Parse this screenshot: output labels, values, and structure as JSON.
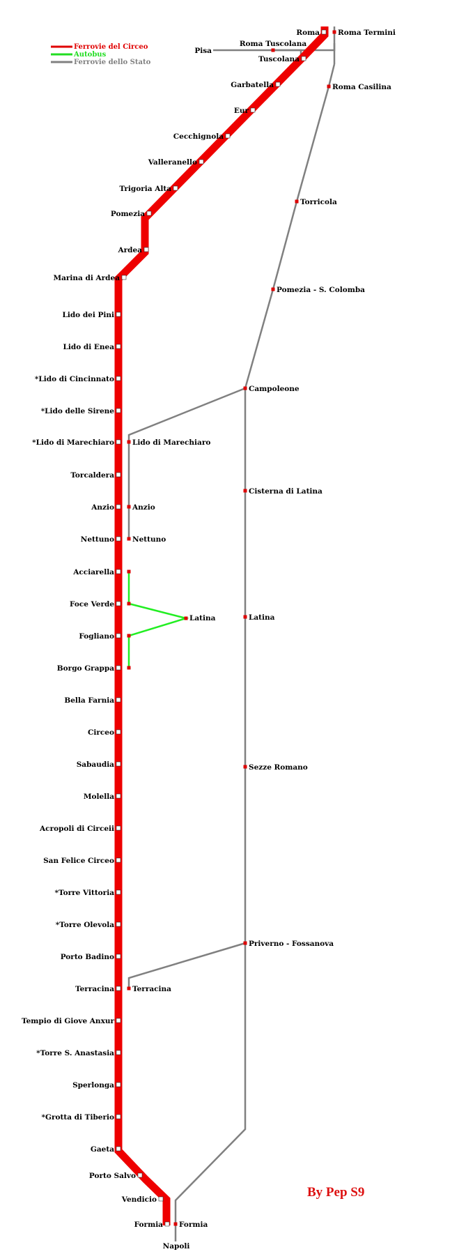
{
  "legend": [
    {
      "label": "Ferrovie del Circeo",
      "color": "#e00000"
    },
    {
      "label": "Autobus",
      "color": "#22dd22"
    },
    {
      "label": "Ferrovie dello Stato",
      "color": "#808080"
    }
  ],
  "credit": "By Pep S9",
  "colors": {
    "circeo": "#ee0000",
    "autobus": "#22ee22",
    "fs": "#808080",
    "fs_station": "#dd0000"
  },
  "circeo_stations": [
    "Roma",
    "Tuscolana",
    "Garbatella",
    "Eur",
    "Cecchignola",
    "Valleranello",
    "Trigoria Alta",
    "Pomezia",
    "Ardea",
    "Marina di Ardea",
    "Lido dei Pini",
    "Lido di Enea",
    "*Lido di Cincinnato",
    "*Lido delle Sirene",
    "*Lido di Marechiaro",
    "Torcaldera",
    "Anzio",
    "Nettuno",
    "Acciarella",
    "Foce Verde",
    "Fogliano",
    "Borgo Grappa",
    "Bella Farnia",
    "Circeo",
    "Sabaudia",
    "Molella",
    "Acropoli di Circeii",
    "San Felice Circeo",
    "*Torre Vittoria",
    "*Torre Olevola",
    "Porto Badino",
    "Terracina",
    "Tempio di Giove Anxur",
    "*Torre S. Anastasia",
    "Sperlonga",
    "*Grotta di Tiberio",
    "Gaeta",
    "Porto Salvo",
    "Vendicio",
    "Formia"
  ],
  "fs_stations": [
    "Roma Termini",
    "Roma Tuscolana",
    "Roma Casilina",
    "Torricola",
    "Pomezia - S. Colomba",
    "Campoleone",
    "Cisterna di Latina",
    "Latina",
    "Sezze Romano",
    "Priverno - Fossanova",
    "Lido di Marechiaro",
    "Anzio",
    "Nettuno",
    "Terracina",
    "Formia"
  ],
  "other_labels": {
    "pisa": "Pisa",
    "napoli": "Napoli",
    "latina_bus": "Latina"
  }
}
